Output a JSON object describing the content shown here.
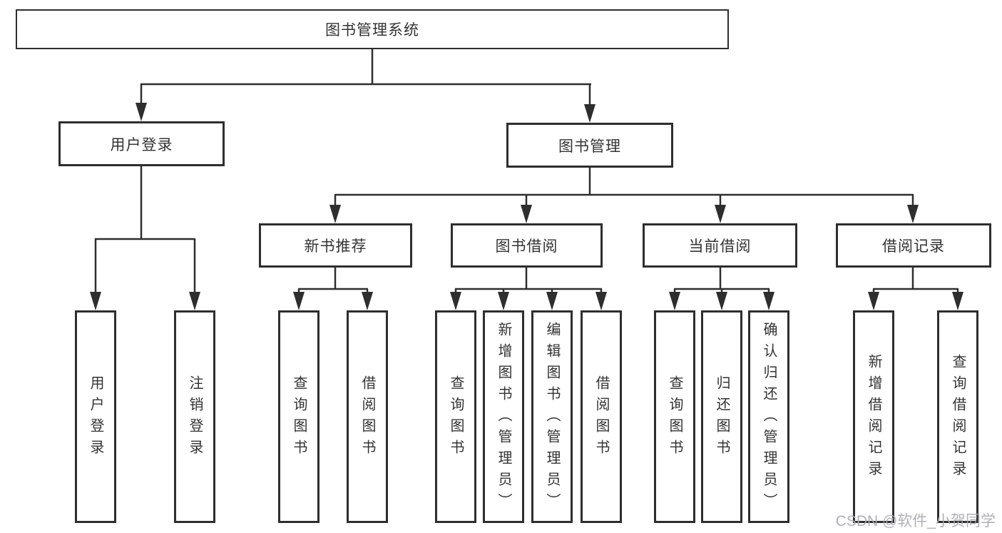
{
  "diagram": {
    "title": "图书管理系统",
    "root": "图书管理系统",
    "branches": [
      {
        "label": "用户登录",
        "children": [
          "用户登录",
          "注销登录"
        ]
      },
      {
        "label": "图书管理"
      }
    ],
    "modules": [
      {
        "label": "新书推荐",
        "children": [
          "查询图书",
          "借阅图书"
        ]
      },
      {
        "label": "图书借阅",
        "children": [
          "查询图书",
          "新增图书（管理员）",
          "编辑图书（管理员）",
          "借阅图书"
        ]
      },
      {
        "label": "当前借阅",
        "children": [
          "查询图书",
          "归还图书",
          "确认归还（管理员）"
        ]
      },
      {
        "label": "借阅记录",
        "children": [
          "新增借阅记录",
          "查询借阅记录"
        ]
      }
    ]
  },
  "watermark": "CSDN @软件_小贺同学",
  "colors": {
    "line": "#2e2e2e",
    "text": "#333333",
    "watermark": "#a9a9b2",
    "background": "#ffffff"
  }
}
